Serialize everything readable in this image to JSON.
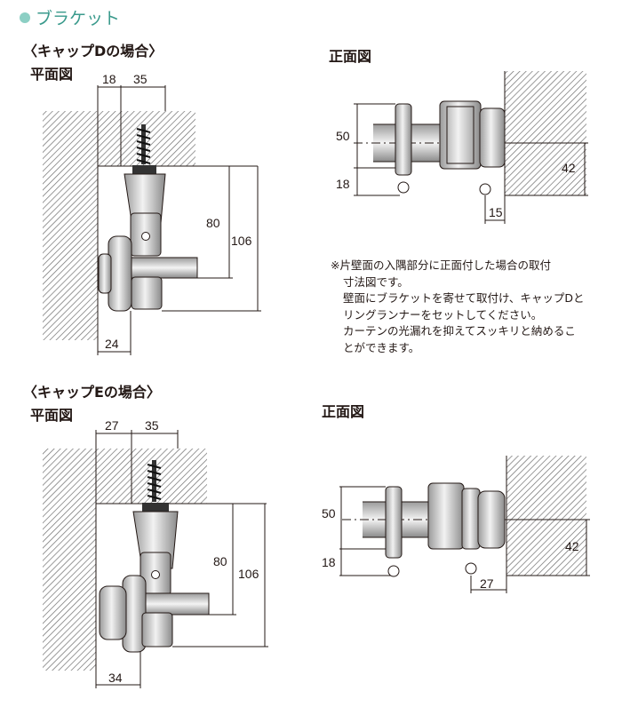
{
  "title": "ブラケット",
  "section_d": {
    "heading": "〈キャップDの場合〉",
    "plan_label": "平面図",
    "front_label": "正面図",
    "plan_dims": {
      "d18": "18",
      "d35": "35",
      "d80": "80",
      "d106": "106",
      "d24": "24"
    },
    "front_dims": {
      "d50": "50",
      "d18": "18",
      "d42": "42",
      "d15": "15"
    }
  },
  "section_e": {
    "heading": "〈キャップEの場合〉",
    "plan_label": "平面図",
    "front_label": "正面図",
    "plan_dims": {
      "d27": "27",
      "d35": "35",
      "d80": "80",
      "d106": "106",
      "d34": "34"
    },
    "front_dims": {
      "d50": "50",
      "d18": "18",
      "d42": "42",
      "d27": "27"
    }
  },
  "note": {
    "lines": [
      "※片壁面の入隅部分に正面付した場合の取付",
      "寸法図です。",
      "壁面にブラケットを寄せて取付け、キャップDと",
      "リングランナーをセットしてください。",
      "カーテンの光漏れを抑えてスッキリと納めるこ",
      "とができます。"
    ]
  }
}
